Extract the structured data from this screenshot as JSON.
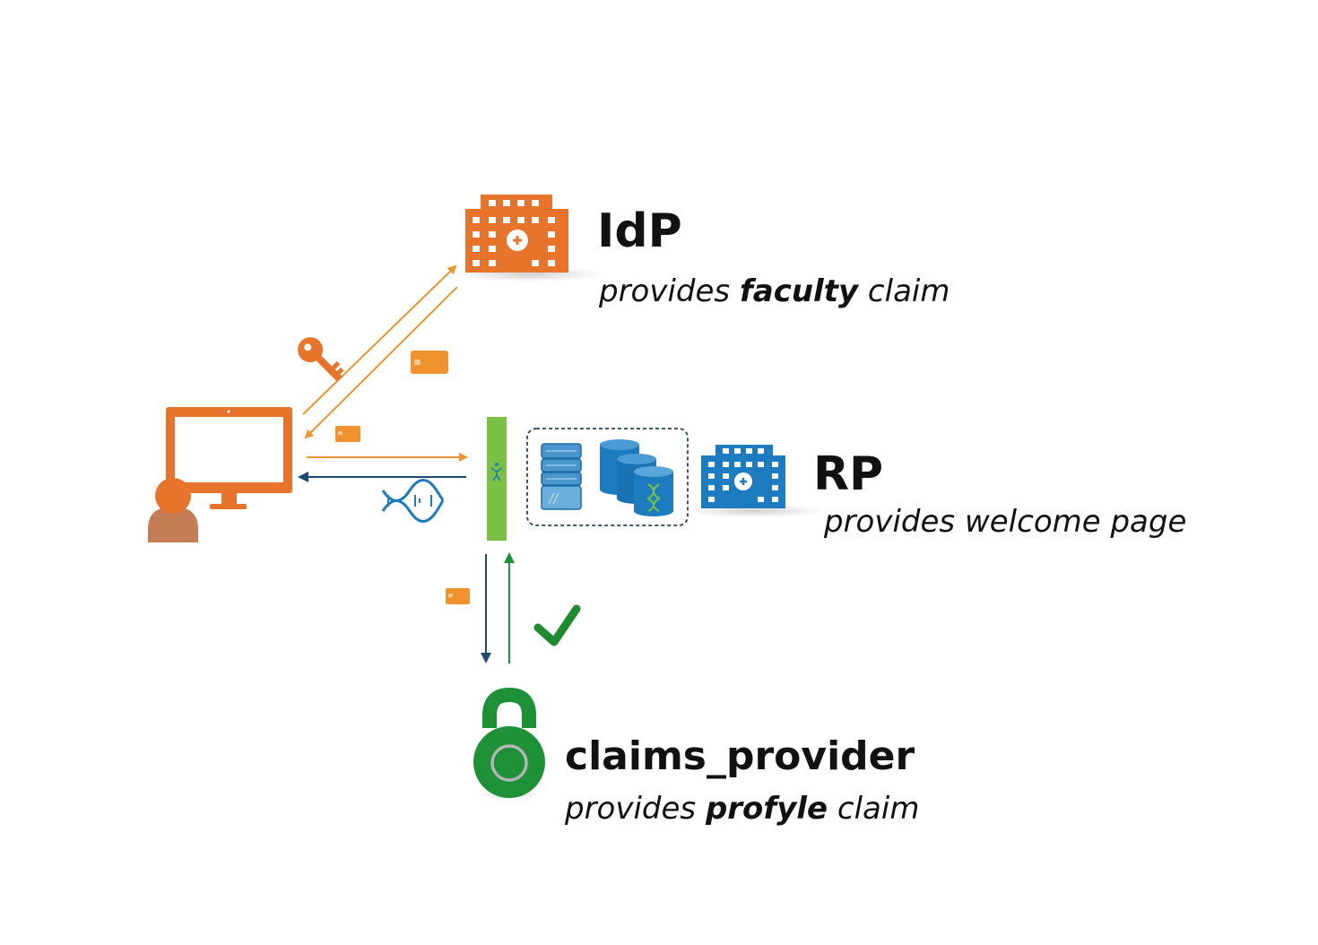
{
  "idp": {
    "title": "IdP",
    "desc_pre": "provides ",
    "desc_bold": "faculty",
    "desc_post": " claim"
  },
  "rp": {
    "title": "RP",
    "desc": "provides welcome page"
  },
  "claims_provider": {
    "title": "claims_provider",
    "desc_pre": "provides ",
    "desc_bold": "profyle",
    "desc_post": " claim"
  },
  "colors": {
    "orange": "#e8742c",
    "arrow_orange": "#f0922e",
    "navy": "#1c4872",
    "blue": "#1d7bbf",
    "green_gate": "#7ac143",
    "green_lock": "#1e9137",
    "check_green": "#1e8c2e",
    "person_body": "#c47d55",
    "dashed_border": "#2c4260"
  },
  "icons": [
    "computer-monitor-icon",
    "user-icon",
    "key-icon",
    "credential-card-icon",
    "hospital-building-icon",
    "gateway-bar-icon",
    "server-stack-icon",
    "database-cluster-icon",
    "dna-icon",
    "checkmark-icon",
    "padlock-icon"
  ]
}
